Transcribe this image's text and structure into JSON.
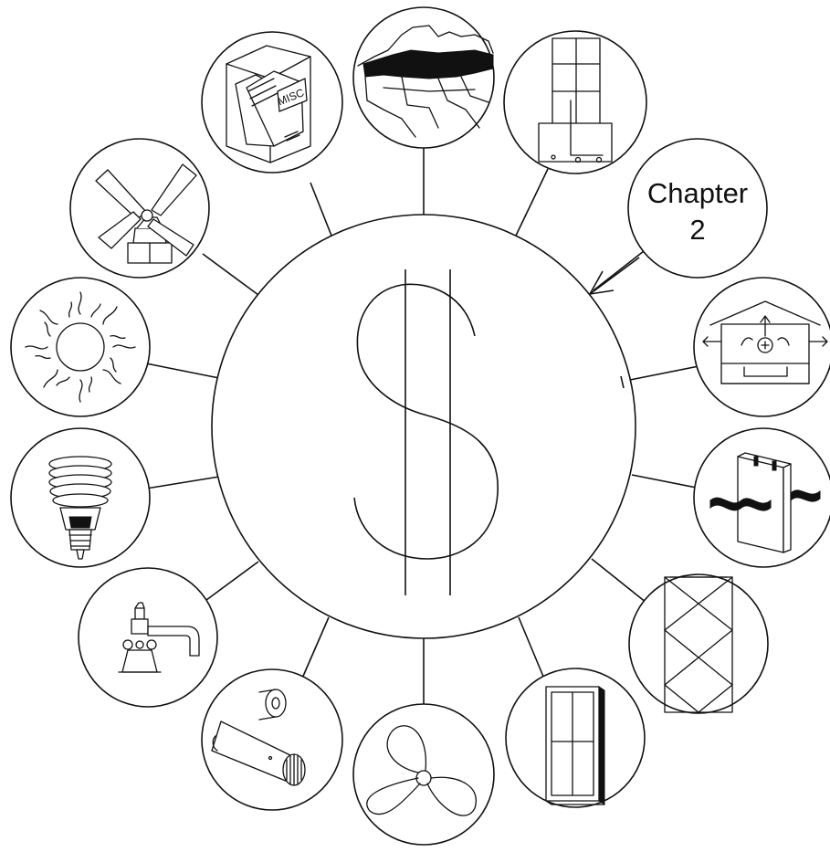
{
  "hub": {
    "symbol": "$",
    "symbol_name": "dollar-sign-icon",
    "line_color": "#111111",
    "background": "#ffffff"
  },
  "chapter_callout": {
    "line1": "Chapter",
    "line2": "2"
  },
  "spokes": [
    {
      "name": "map-icon"
    },
    {
      "name": "appliance-cart-icon"
    },
    {
      "name": "chapter-callout"
    },
    {
      "name": "house-ventilation-icon"
    },
    {
      "name": "wall-panel-icon"
    },
    {
      "name": "insulation-icon"
    },
    {
      "name": "window-icon"
    },
    {
      "name": "fan-blade-icon"
    },
    {
      "name": "duct-tape-icon"
    },
    {
      "name": "faucet-icon"
    },
    {
      "name": "cfl-bulb-icon"
    },
    {
      "name": "sun-icon"
    },
    {
      "name": "windmill-icon"
    },
    {
      "name": "file-drawer-misc-icon"
    }
  ],
  "file_drawer_label": "MISC"
}
